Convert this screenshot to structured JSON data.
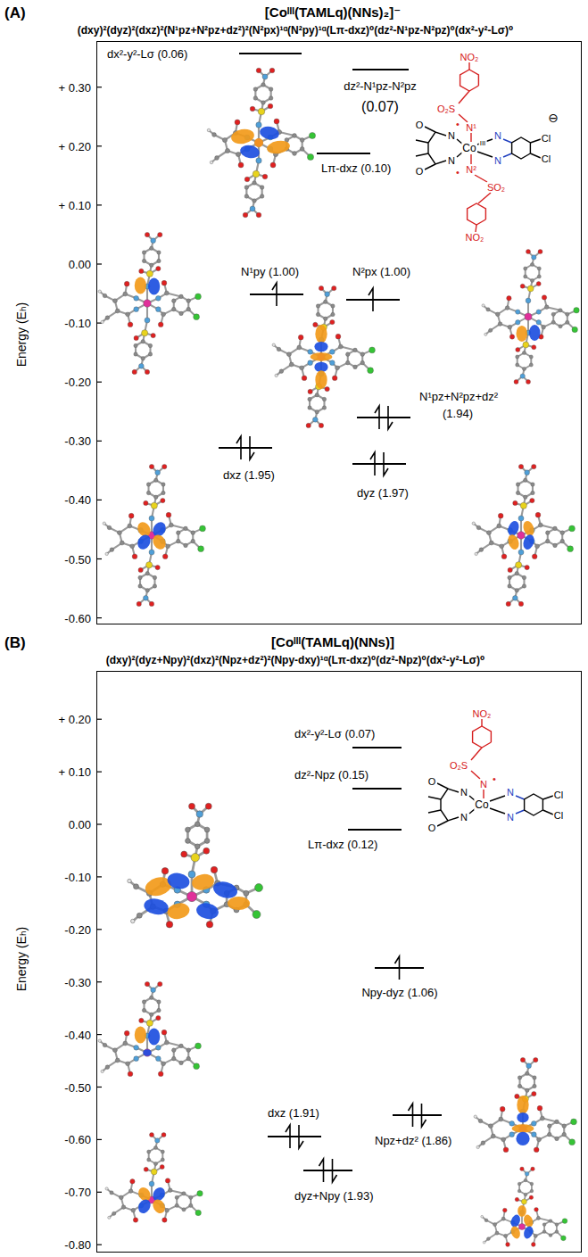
{
  "diagram": {
    "nodes": [
      {
        "text": [
          "(A)",
          "[Coᴵᴵᴵ(TAMLq)(NNs)₂]⁻",
          "(dxy)²(dyz)²(dxz)²(N¹pz+N²pz+dz²)²(N²px)¹ᵅ(N²py)¹ᵅ(Lπ-dxz)⁰(dz²-N¹pz-N²pz)⁰(dx²-y²-Lσ)⁰"
        ]
      },
      {
        "text": [
          "(B)",
          "[Coᴵᴵᴵ(TAMLq)(NNs)]",
          "(dxy)²(dyz+Npy)²(dxz)²(Npz+dz²)²(Npy-dxy)¹ᵅ(Lπ-dxz)⁰(dz²-Npz)⁰(dx²-y²-Lσ)⁰"
        ]
      }
    ],
    "labels": [
      "+ 0.30",
      "+ 0.20",
      "+ 0.10",
      "0.00",
      "-0.10",
      "-0.20",
      "-0.30",
      "-0.40",
      "-0.50",
      "-0.60",
      "Energy (Eₕ)",
      "dx²-y²-Lσ (0.06)",
      "dz²-N¹pz-N²pz",
      "(0.07)",
      "Lπ-dxz (0.10)",
      "N¹py (1.00)",
      "N²px (1.00)",
      "N¹pz+N²pz+dz²",
      "(1.94)",
      "dxz (1.95)",
      "dyz (1.97)",
      "NO₂",
      "O₂S",
      "N¹",
      "•",
      "⊖",
      "Co",
      "III",
      "N²",
      "•",
      "SO₂",
      "NO₂",
      "Cl",
      "Cl",
      "N",
      "N",
      "N",
      "N",
      "O",
      "O",
      "+ 0.20",
      "+ 0.10",
      "0.00",
      "-0.10",
      "-0.20",
      "-0.30",
      "-0.40",
      "-0.50",
      "-0.60",
      "-0.70",
      "-0.80",
      "Energy (Eₕ)",
      "dx²-y²-Lσ (0.07)",
      "dz²-Npz (0.15)",
      "Lπ-dxz (0.12)",
      "Npy-dyz (1.06)",
      "dxz (1.91)",
      "Npz+dz² (1.86)",
      "dyz+Npy (1.93)",
      "NO₂",
      "O₂S",
      "N",
      "•",
      "Co",
      "N",
      "N",
      "N",
      "N",
      "O",
      "O",
      "Cl",
      "Cl"
    ]
  }
}
